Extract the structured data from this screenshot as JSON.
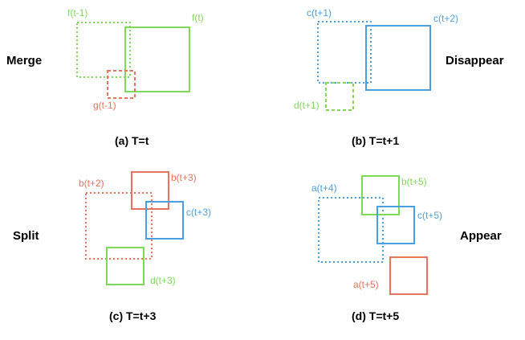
{
  "colors": {
    "green": "#7ed957",
    "red": "#e8725a",
    "blue": "#4a9fe3",
    "text": "#000000"
  },
  "panels": [
    {
      "event": "Merge",
      "caption": "(a) T=t",
      "boxes": [
        {
          "label": "f(t-1)",
          "color": "green",
          "style": "dotted"
        },
        {
          "label": "f(t)",
          "color": "green",
          "style": "solid"
        },
        {
          "label": "g(t-1)",
          "color": "red",
          "style": "dashed"
        }
      ]
    },
    {
      "event": "Disappear",
      "caption": "(b) T=t+1",
      "boxes": [
        {
          "label": "c(t+1)",
          "color": "blue",
          "style": "dotted"
        },
        {
          "label": "c(t+2)",
          "color": "blue",
          "style": "solid"
        },
        {
          "label": "d(t+1)",
          "color": "green",
          "style": "dashed"
        }
      ]
    },
    {
      "event": "Split",
      "caption": "(c) T=t+3",
      "boxes": [
        {
          "label": "b(t+2)",
          "color": "red",
          "style": "dotted"
        },
        {
          "label": "b(t+3)",
          "color": "red",
          "style": "solid"
        },
        {
          "label": "c(t+3)",
          "color": "blue",
          "style": "solid"
        },
        {
          "label": "d(t+3)",
          "color": "green",
          "style": "solid"
        }
      ]
    },
    {
      "event": "Appear",
      "caption": "(d) T=t+5",
      "boxes": [
        {
          "label": "a(t+4)",
          "color": "blue",
          "style": "dotted"
        },
        {
          "label": "b(t+5)",
          "color": "green",
          "style": "solid"
        },
        {
          "label": "c(t+5)",
          "color": "blue",
          "style": "solid"
        },
        {
          "label": "a(t+5)",
          "color": "red",
          "style": "solid"
        }
      ]
    }
  ]
}
